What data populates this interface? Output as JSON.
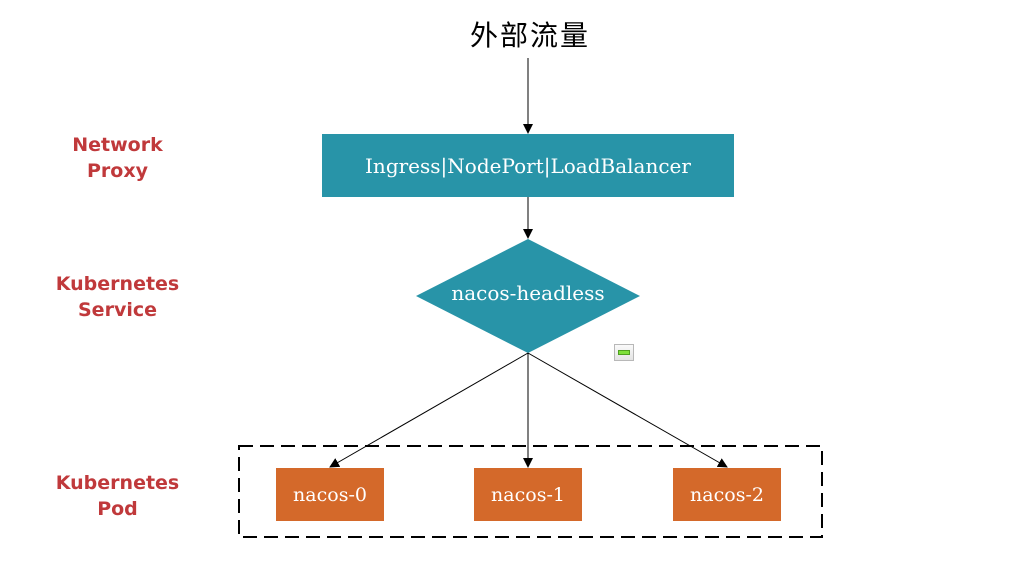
{
  "title": "外部流量",
  "tiers": [
    {
      "line1": "Network",
      "line2": "Proxy"
    },
    {
      "line1": "Kubernetes",
      "line2": "Service"
    },
    {
      "line1": "Kubernetes",
      "line2": "Pod"
    }
  ],
  "proxy_label": "Ingress|NodePort|LoadBalancer",
  "service_label": "nacos-headless",
  "pods": [
    "nacos-0",
    "nacos-1",
    "nacos-2"
  ],
  "colors": {
    "proxy": "#2894a8",
    "service": "#2894a8",
    "pod": "#d4692a",
    "tier_label": "#c0393b"
  }
}
